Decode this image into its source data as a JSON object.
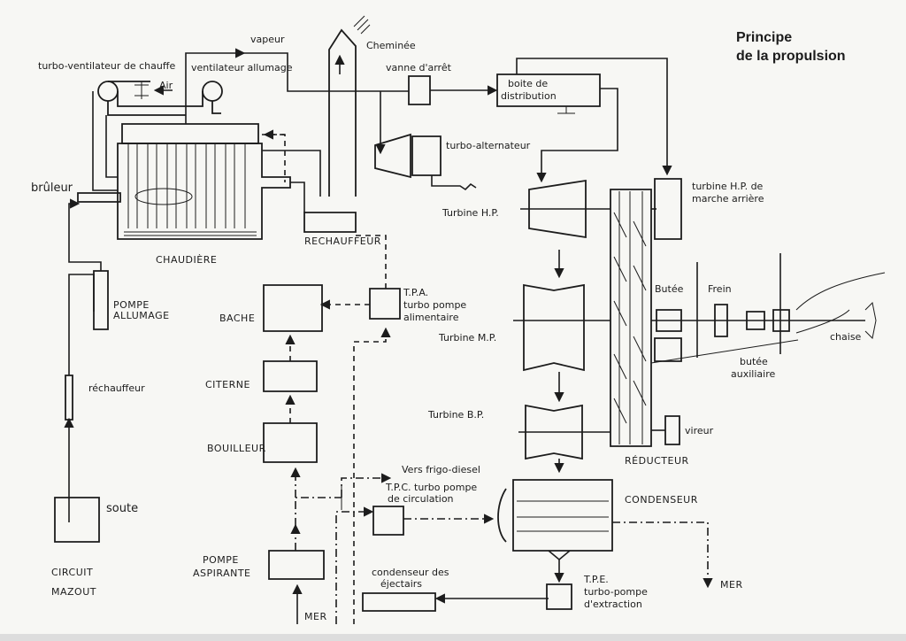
{
  "title": {
    "line1": "Principe",
    "line2": "de la propulsion"
  },
  "labels": {
    "turbo_ventilateur": "turbo-ventilateur de chauffe",
    "air": "Air",
    "vapeur": "vapeur",
    "ventilateur_allumage": "ventilateur allumage",
    "cheminee": "Cheminée",
    "vanne": "vanne d'arrêt",
    "boite_1": "boite de",
    "boite_2": "distribution",
    "turbo_alternateur": "turbo-alternateur",
    "turbine_hp": "Turbine H.P.",
    "turbine_hp_ar_1": "turbine H.P. de",
    "turbine_hp_ar_2": "marche arrière",
    "bruleur": "brûleur",
    "chaudiere": "CHAUDIÈRE",
    "rechauffeur_vap": "RECHAUFFEUR",
    "pompe_allumage_1": "POMPE",
    "pompe_allumage_2": "ALLUMAGE",
    "rechauffeur": "réchauffeur",
    "soute": "soute",
    "circuit_1": "CIRCUIT",
    "circuit_2": "MAZOUT",
    "bache": "BACHE",
    "citerne": "CITERNE",
    "bouilleur": "BOUILLEUR",
    "pompe_asp_1": "POMPE",
    "pompe_asp_2": "ASPIRANTE",
    "mer_bas": "MER",
    "tpa_1": "T.P.A.",
    "tpa_2": "turbo pompe",
    "tpa_3": "alimentaire",
    "turbine_mp": "Turbine M.P.",
    "turbine_bp": "Turbine B.P.",
    "frigo": "Vers frigo-diesel",
    "tpc_1": "T.P.C. turbo pompe",
    "tpc_2": "de circulation",
    "condenseur": "CONDENSEUR",
    "condenseur_ej_1": "condenseur des",
    "condenseur_ej_2": "éjectairs",
    "tpe_1": "T.P.E.",
    "tpe_2": "turbo-pompe",
    "tpe_3": "d'extraction",
    "mer_droite": "MER",
    "butee": "Butée",
    "frein": "Frein",
    "butee_aux_1": "butée",
    "butee_aux_2": "auxiliaire",
    "chaise": "chaise",
    "vireur": "vireur",
    "reducteur": "RÉDUCTEUR"
  }
}
